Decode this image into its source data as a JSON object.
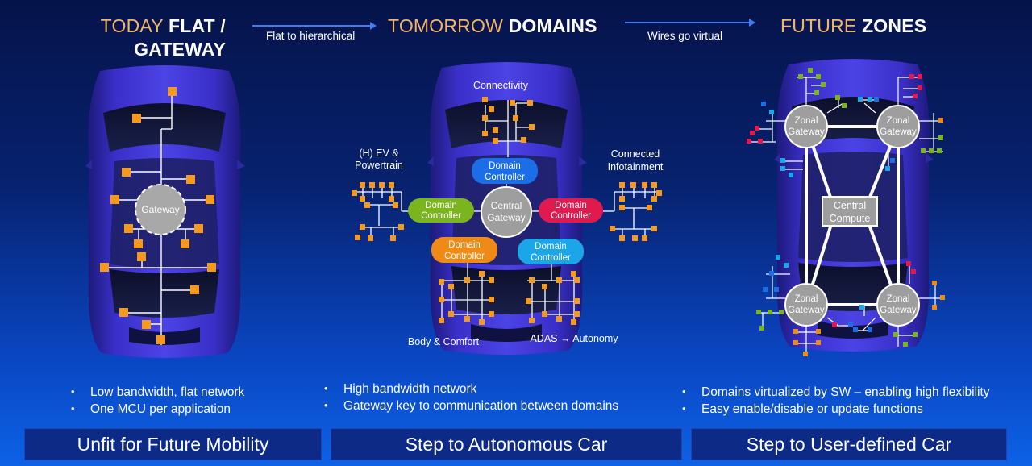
{
  "headers": {
    "today": {
      "a": "TODAY ",
      "b1": "FLAT /",
      "b2": "GATEWAY"
    },
    "tomorrow": {
      "a": "TOMORROW ",
      "b": "DOMAINS"
    },
    "future": {
      "a": "FUTURE ",
      "b": "ZONES"
    }
  },
  "arrows": {
    "first": "Flat to hierarchical",
    "second": "Wires go virtual"
  },
  "flat": {
    "gateway": "Gateway",
    "bullets": [
      "Low bandwidth, flat network",
      "One MCU per application"
    ],
    "banner": "Unfit for Future Mobility"
  },
  "domains": {
    "central": [
      "Central",
      "Gateway"
    ],
    "controller": [
      "Domain",
      "Controller"
    ],
    "labels": {
      "connectivity": "Connectivity",
      "ev_line1": "(H) EV &",
      "ev_line2": "Powertrain",
      "info_line1": "Connected",
      "info_line2": "Infotainment",
      "body": "Body & Comfort",
      "adas": "ADAS → Autonomy"
    },
    "bullets": [
      "High bandwidth network",
      "Gateway key to communication between domains"
    ],
    "banner": "Step to Autonomous Car"
  },
  "zones": {
    "zonal": [
      "Zonal",
      "Gateway"
    ],
    "central": [
      "Central",
      "Compute"
    ],
    "bullets": [
      "Domains virtualized by SW – enabling high flexibility",
      "Easy enable/disable or update functions"
    ],
    "banner": "Step to User-defined Car"
  },
  "colors": {
    "ecu": "#f59a1d",
    "controller_blue": "#1c6ee8",
    "controller_green": "#7ab51d",
    "controller_red": "#e0194f",
    "controller_orange": "#f08a17",
    "controller_cyan": "#1aa6e8",
    "gateway_gray": "#9e9e9e",
    "header_accent": "#f4b466"
  }
}
